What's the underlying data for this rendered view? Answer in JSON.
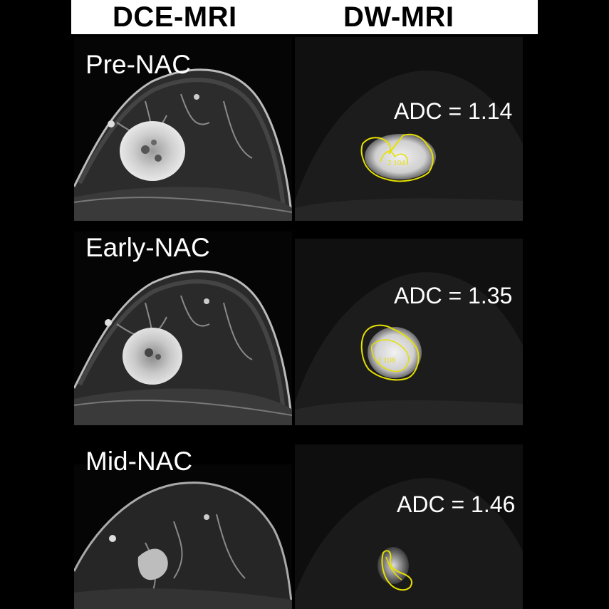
{
  "header": {
    "col_left": "DCE-MRI",
    "col_right": "DW-MRI"
  },
  "rows": [
    {
      "label": "Pre-NAC",
      "adc": "ADC = 1.14",
      "roi_text": "2 104"
    },
    {
      "label": "Early-NAC",
      "adc": "ADC = 1.35",
      "roi_text": "2 108"
    },
    {
      "label": "Mid-NAC",
      "adc": "ADC = 1.46",
      "roi_text": ""
    }
  ],
  "colors": {
    "header_bg": "#ffffff",
    "roi_outline": "#e6e000",
    "background": "#000000"
  }
}
